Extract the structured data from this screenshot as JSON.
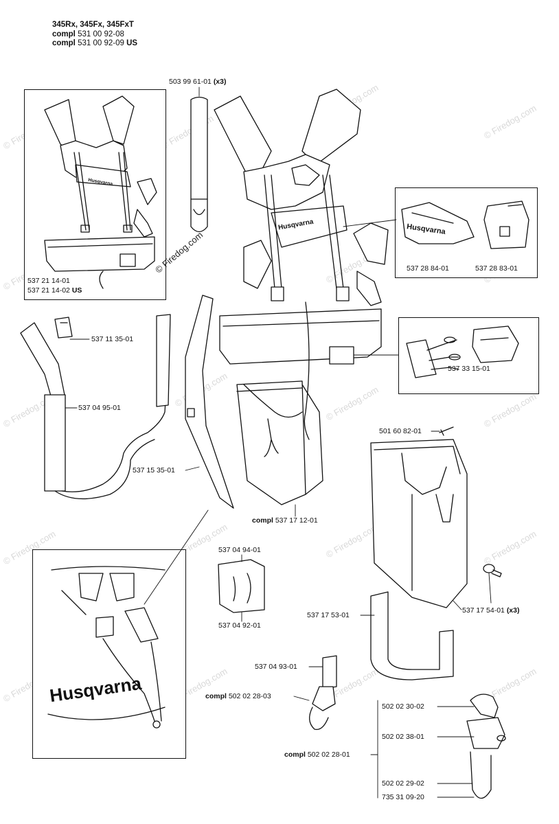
{
  "header": {
    "models": "345Rx, 345Fx, 345FxT",
    "compl_1": "compl",
    "compl_1_num": "531 00 92-08",
    "compl_2": "compl",
    "compl_2_num": "531 00 92-09",
    "compl_2_suffix": "US"
  },
  "watermark": "© Firedog.com",
  "brand_text": "Husqvarna",
  "parts": {
    "p1": "503 99 61-01",
    "p1_qty": "(x3)",
    "p2a": "537 21 14-01",
    "p2b": "537 21 14-02",
    "p2b_suffix": "US",
    "p3": "537 28 84-01",
    "p4": "537 28 83-01",
    "p5": "537 11 35-01",
    "p6": "537 04 95-01",
    "p7": "537 15 35-01",
    "p8": "537 33 15-01",
    "p9_pre": "compl",
    "p9": "537 17 12-01",
    "p10": "501 60 82-01",
    "p11": "537 04 94-01",
    "p12": "537 04 92-01",
    "p13": "537 17 53-01",
    "p14": "537 17 54-01",
    "p14_qty": "(x3)",
    "p15": "537 04 93-01",
    "p16_pre": "compl",
    "p16": "502 02 28-03",
    "p17_pre": "compl",
    "p17": "502 02 28-01",
    "p18": "502 02 30-02",
    "p19": "502 02 38-01",
    "p20": "502 02 29-02",
    "p21": "735 31 09-20"
  }
}
